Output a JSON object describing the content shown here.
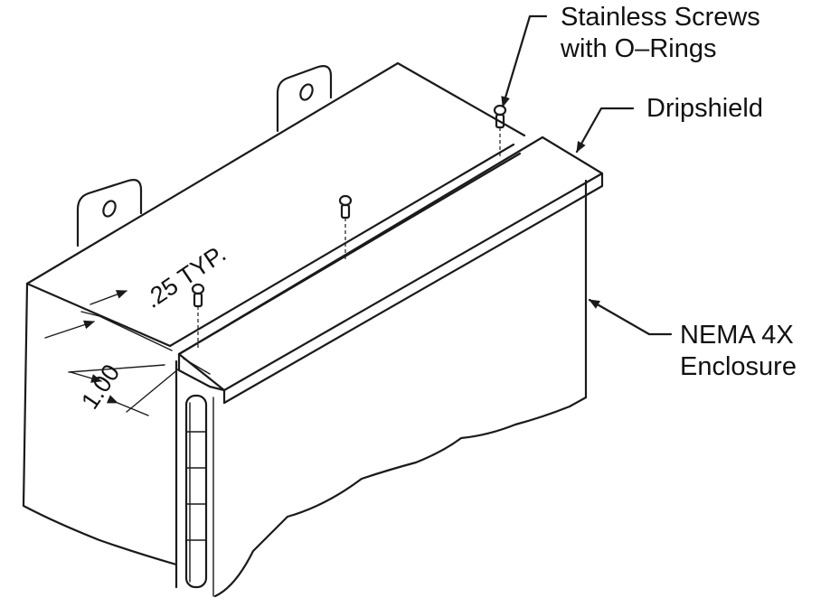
{
  "callouts": {
    "screws": {
      "line1": "Stainless Screws",
      "line2": "with O–Rings"
    },
    "dripshield": "Dripshield",
    "enclosure": {
      "line1": "NEMA 4X",
      "line2": "Enclosure"
    }
  },
  "dimensions": {
    "offset": ".25 TYP.",
    "height": "1.00"
  },
  "colors": {
    "ink": "#1a1a1a",
    "paper": "#ffffff"
  }
}
